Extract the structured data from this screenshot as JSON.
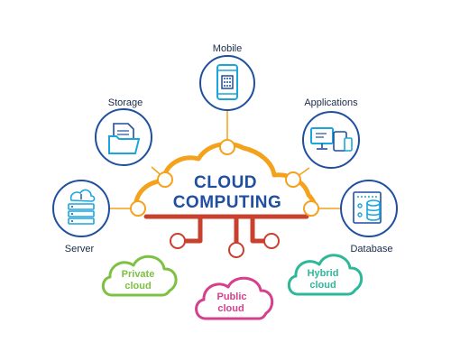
{
  "title": {
    "line1": "CLOUD",
    "line2": "COMPUTING"
  },
  "nodes": {
    "mobile": "Mobile",
    "storage": "Storage",
    "applications": "Applications",
    "server": "Server",
    "database": "Database"
  },
  "clouds": {
    "private": {
      "line1": "Private",
      "line2": "cloud"
    },
    "public": {
      "line1": "Public",
      "line2": "cloud"
    },
    "hybrid": {
      "line1": "Hybrid",
      "line2": "cloud"
    }
  },
  "colors": {
    "accent_blue": "#1f4fa0",
    "orange": "#f4a11c",
    "red": "#c8412e",
    "private_green": "#7cc142",
    "public_pink": "#d63f8c",
    "hybrid_teal": "#2fb79a",
    "icon_cyan": "#1aa6dd"
  }
}
